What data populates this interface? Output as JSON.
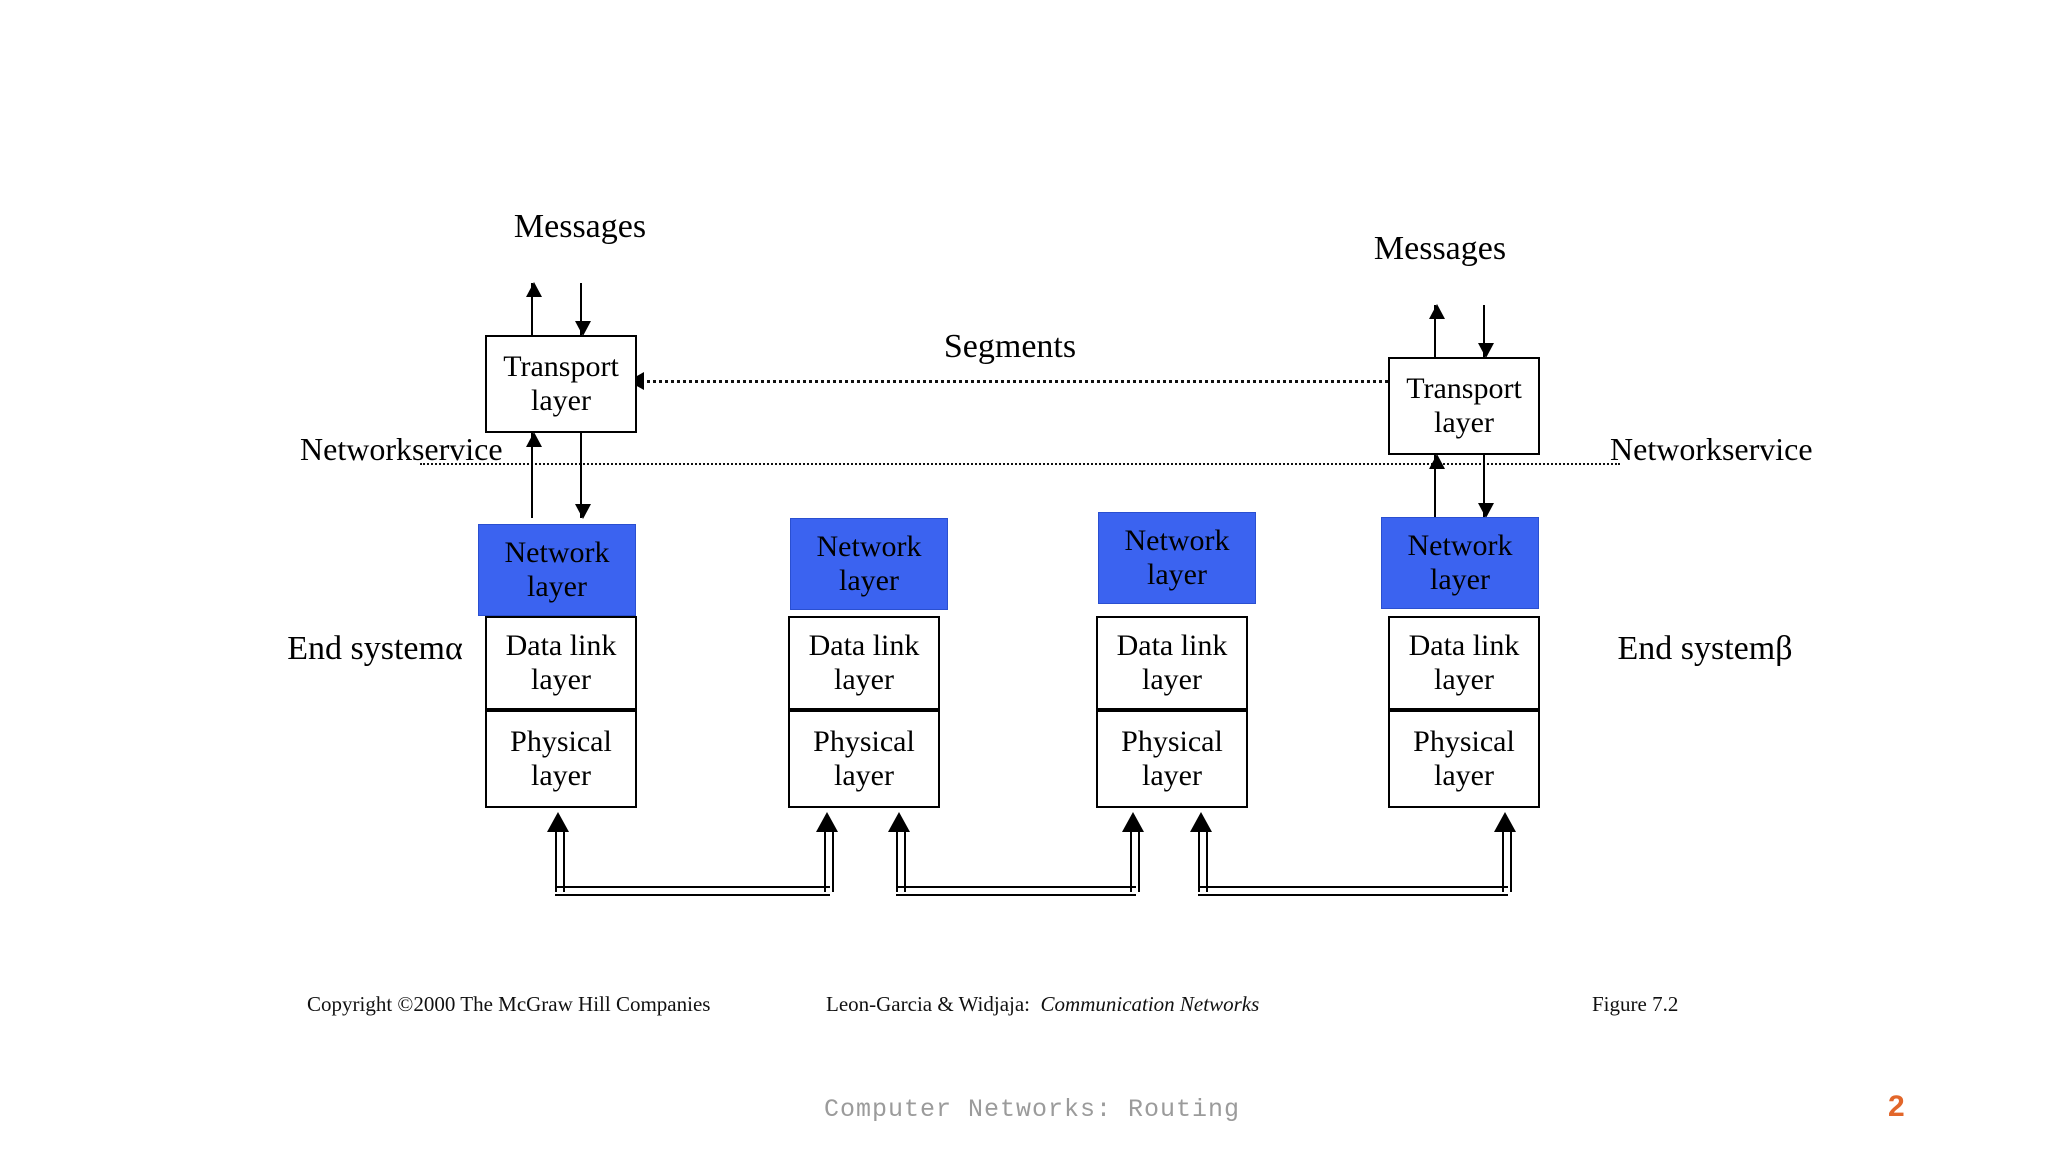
{
  "slide": {
    "footer_text": "Computer Networks: Routing",
    "page_number": "2",
    "page_number_color": "#e2662a",
    "footer_color": "#9b9b9b"
  },
  "figure": {
    "caption_left": "Copyright ©2000 The McGraw Hill Companies",
    "caption_center_plain": "Leon-Garcia & Widjaja:  ",
    "caption_center_italic": "Communication Networks",
    "caption_right": "Figure 7.2",
    "accent_blue": "#3B63F0"
  },
  "labels": {
    "messages_left": "Messages",
    "messages_right": "Messages",
    "segments": "Segments",
    "network_service_left_line1": "Network",
    "network_service_left_line2": "service",
    "network_service_right_line1": "Network",
    "network_service_right_line2": "service",
    "end_system_left_line1": "End system",
    "end_system_left_line2": "α",
    "end_system_right_line1": "End system",
    "end_system_right_line2": "β"
  },
  "layers": {
    "transport_line1": "Transport",
    "transport_line2": "layer",
    "network_line1": "Network",
    "network_line2": "layer",
    "datalink_line1": "Data link",
    "datalink_line2": "layer",
    "physical_line1": "Physical",
    "physical_line2": "layer"
  },
  "stacks": [
    {
      "id": "end-system-alpha",
      "role": "end-system",
      "has_transport": true,
      "layers": [
        "Transport layer",
        "Network layer",
        "Data link layer",
        "Physical layer"
      ]
    },
    {
      "id": "router-1",
      "role": "router",
      "has_transport": false,
      "layers": [
        "Network layer",
        "Data link layer",
        "Physical layer"
      ]
    },
    {
      "id": "router-2",
      "role": "router",
      "has_transport": false,
      "layers": [
        "Network layer",
        "Data link layer",
        "Physical layer"
      ]
    },
    {
      "id": "end-system-beta",
      "role": "end-system",
      "has_transport": true,
      "layers": [
        "Transport layer",
        "Network layer",
        "Data link layer",
        "Physical layer"
      ]
    }
  ]
}
